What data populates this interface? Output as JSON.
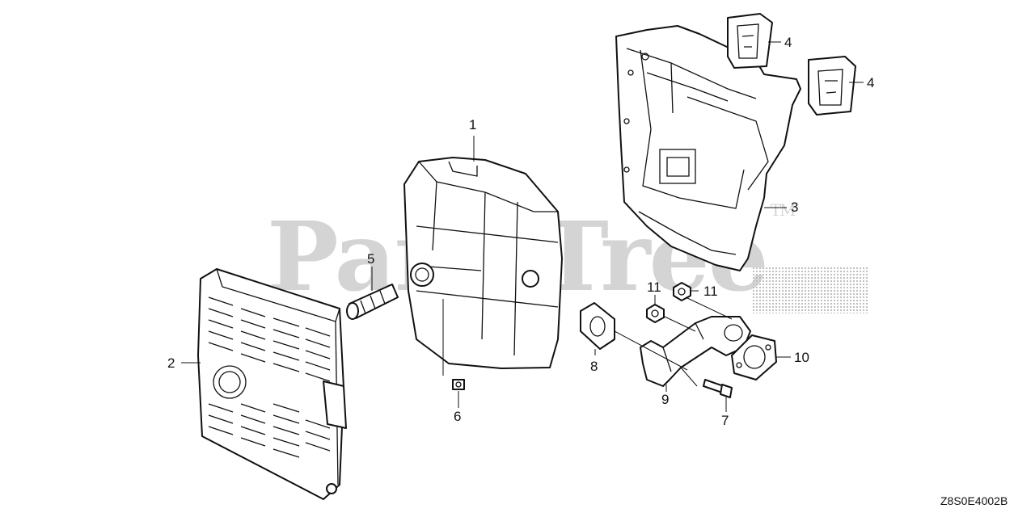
{
  "diagram": {
    "watermark": "PartsTree",
    "watermark_mark": "TM",
    "drawing_code": "Z8S0E4002B",
    "callouts": [
      {
        "id": "c1",
        "label": "1"
      },
      {
        "id": "c2",
        "label": "2"
      },
      {
        "id": "c3",
        "label": "3"
      },
      {
        "id": "c4a",
        "label": "4"
      },
      {
        "id": "c4b",
        "label": "4"
      },
      {
        "id": "c5",
        "label": "5"
      },
      {
        "id": "c6",
        "label": "6"
      },
      {
        "id": "c7",
        "label": "7"
      },
      {
        "id": "c8",
        "label": "8"
      },
      {
        "id": "c9",
        "label": "9"
      },
      {
        "id": "c10",
        "label": "10"
      },
      {
        "id": "c11a",
        "label": "11"
      },
      {
        "id": "c11b",
        "label": "11"
      }
    ]
  }
}
